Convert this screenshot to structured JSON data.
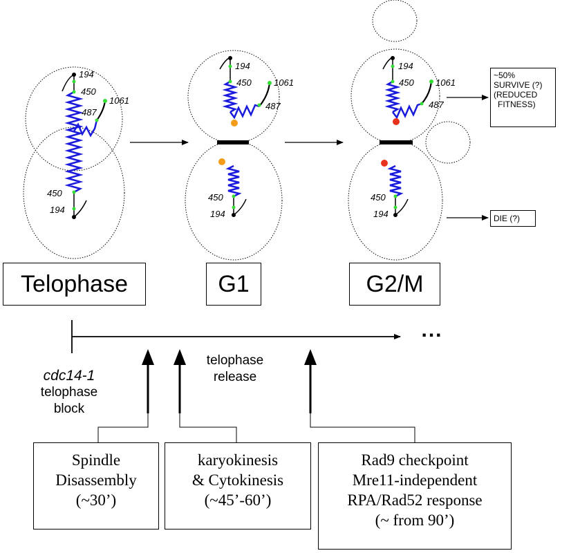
{
  "stages": [
    "Telophase",
    "G1",
    "G2/M"
  ],
  "chromosome_labels": {
    "telomere_top": "194",
    "centromere_top": "450",
    "fork_a": "487",
    "fork_b": "1061",
    "telomere_bottom": "194",
    "centromere_bottom": "450"
  },
  "outcomes": {
    "survive": [
      "~50%",
      "SURVIVE (?)",
      "(REDUCED",
      "FITNESS)"
    ],
    "die": "DIE (?)"
  },
  "timeline": {
    "ellipsis": "...",
    "block_line1": "cdc14-1",
    "block_line2": "telophase",
    "block_line3": "block",
    "release_line1": "telophase",
    "release_line2": "release"
  },
  "events": [
    [
      "Spindle",
      "Disassembly",
      "(~30’)"
    ],
    [
      "karyokinesis",
      "& Cytokinesis",
      "(~45’-60’)"
    ],
    [
      "Rad9 checkpoint",
      "Mre11-independent",
      "RPA/Rad52 response",
      "(~ from 90’)"
    ]
  ],
  "colors": {
    "spring": "#1a1adc",
    "marker": "#33dd33",
    "spot_orange": "#f39c1a",
    "spot_red": "#e8321e"
  }
}
